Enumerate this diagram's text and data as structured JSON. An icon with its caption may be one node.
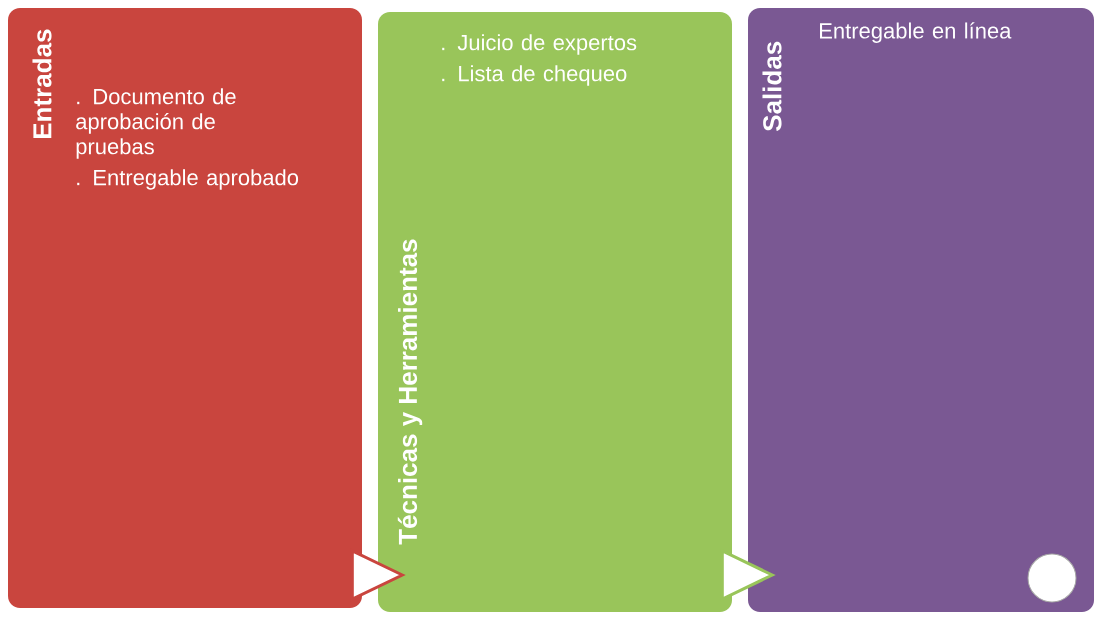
{
  "diagram": {
    "nodes": [
      {
        "text": [
          "Entradas",
          ". Documento de aprobación de pruebas",
          ". Entregable aprobado"
        ]
      },
      {
        "text": [
          "Técnicas y Herramientas",
          ". Juicio de expertos",
          ". Lista de chequeo"
        ]
      },
      {
        "text": [
          "Salidas",
          "Entregable en línea"
        ]
      }
    ],
    "edges": [
      {
        "from": 0,
        "to": 1,
        "arrow": "to"
      },
      {
        "from": 1,
        "to": 2,
        "arrow": "to"
      }
    ]
  }
}
